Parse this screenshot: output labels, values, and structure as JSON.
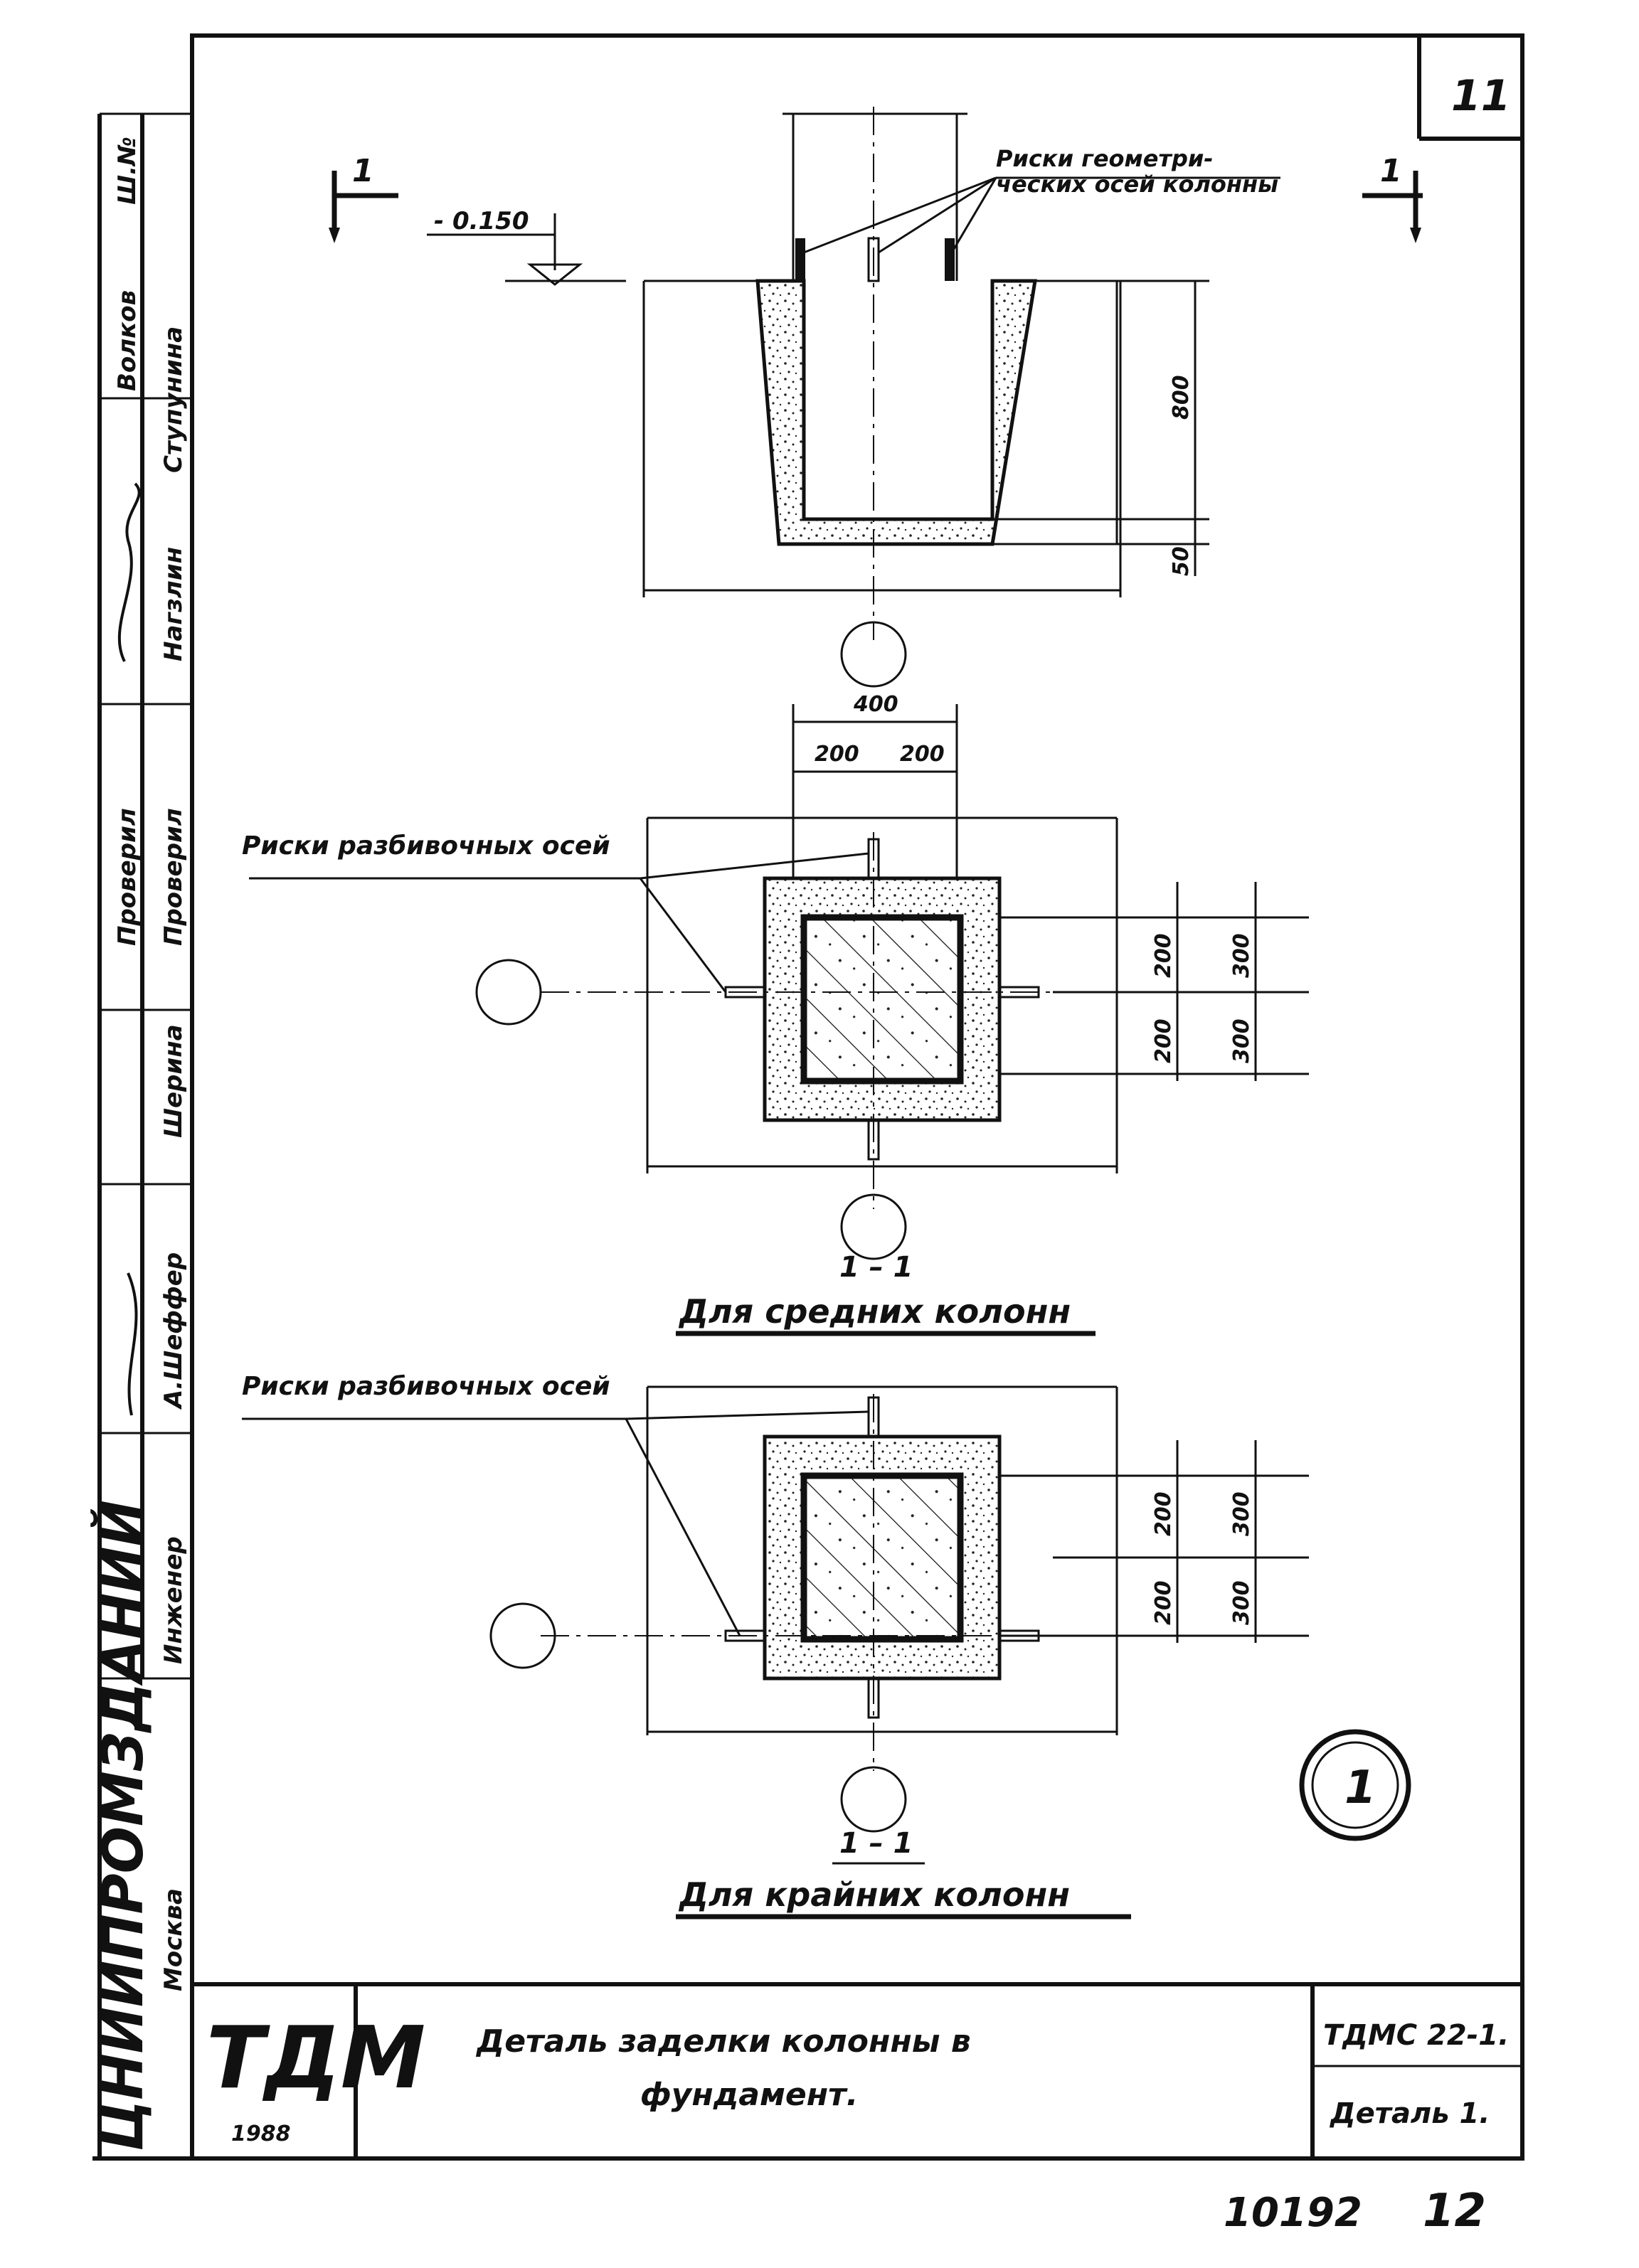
{
  "sheet_number": "11",
  "left_strip": {
    "inv_label": "Ш.№",
    "role_1": "Волков",
    "name_1": "Ступунина",
    "role_2": "Нагзлин",
    "role_3": "Проверил",
    "name_3": "Проверил",
    "name_4": "Шерина",
    "name_5": "А.Шеффер",
    "role_6": "Инженер",
    "org_name": "ЦНИИПРОМЗДАНИЙ",
    "org_city": "Москва"
  },
  "section_top": {
    "cut_label_left": "1",
    "cut_label_right": "1",
    "level_mark": "- 0.150",
    "callout_risks_axes": "Риски геометри- ческих осей колонны",
    "dim_depth": "800",
    "dim_bottom": "50"
  },
  "plan_middle": {
    "dim_total": "400",
    "dim_half_left": "200",
    "dim_half_right": "200",
    "callout_risks": "Риски разбивочных осей",
    "dim_inner_top": "200",
    "dim_inner_bottom": "200",
    "dim_outer_top": "300",
    "dim_outer_bottom": "300",
    "cut_label": "1 – 1",
    "caption": "Для средних колонн"
  },
  "plan_edge": {
    "callout_risks": "Риски разбивочных осей",
    "dim_inner_top": "200",
    "dim_inner_bottom": "200",
    "dim_outer_top": "300",
    "dim_outer_bottom": "300",
    "cut_label": "1 – 1",
    "caption": "Для крайних колонн"
  },
  "detail_badge": "1",
  "title_block": {
    "logo": "ТДМ",
    "year": "1988",
    "title_line1": "Деталь заделки колонны в",
    "title_line2": "фундамент.",
    "code": "ТДМС 22-1.",
    "detail": "Деталь 1."
  },
  "footer": {
    "archive_number": "10192",
    "page_number": "12"
  }
}
